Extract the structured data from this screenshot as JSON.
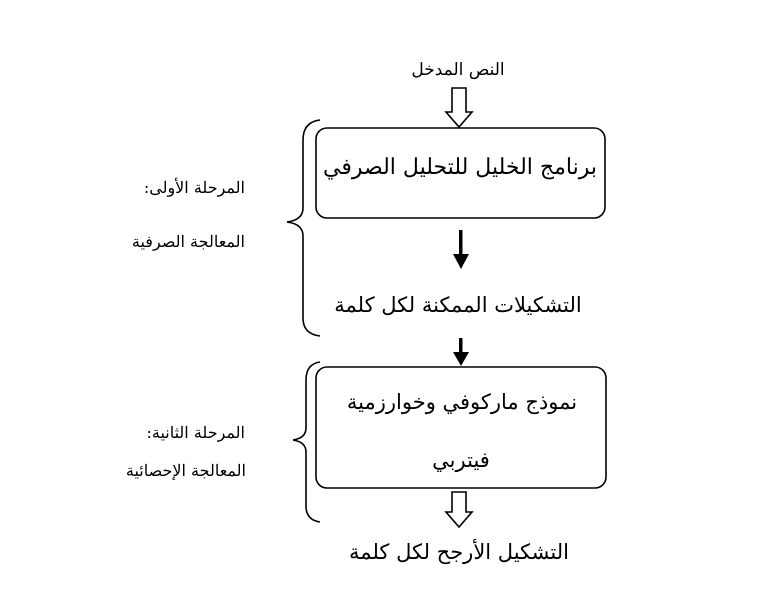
{
  "input_text": "النص المدخل",
  "stage1": {
    "label_line1": "المرحلة الأولى:",
    "label_line2": "المعالجة الصرفية",
    "box_text": "برنامج الخليل للتحليل الصرفي",
    "output_text": "التشكيلات الممكنة لكل كلمة"
  },
  "stage2": {
    "label_line1": "المرحلة الثانية:",
    "label_line2": "المعالجة الإحصائية",
    "box_line1": "نموذج ماركوفي وخوارزمية",
    "box_line2": "فيتربي"
  },
  "final_output": "التشكيل الأرجح لكل كلمة"
}
